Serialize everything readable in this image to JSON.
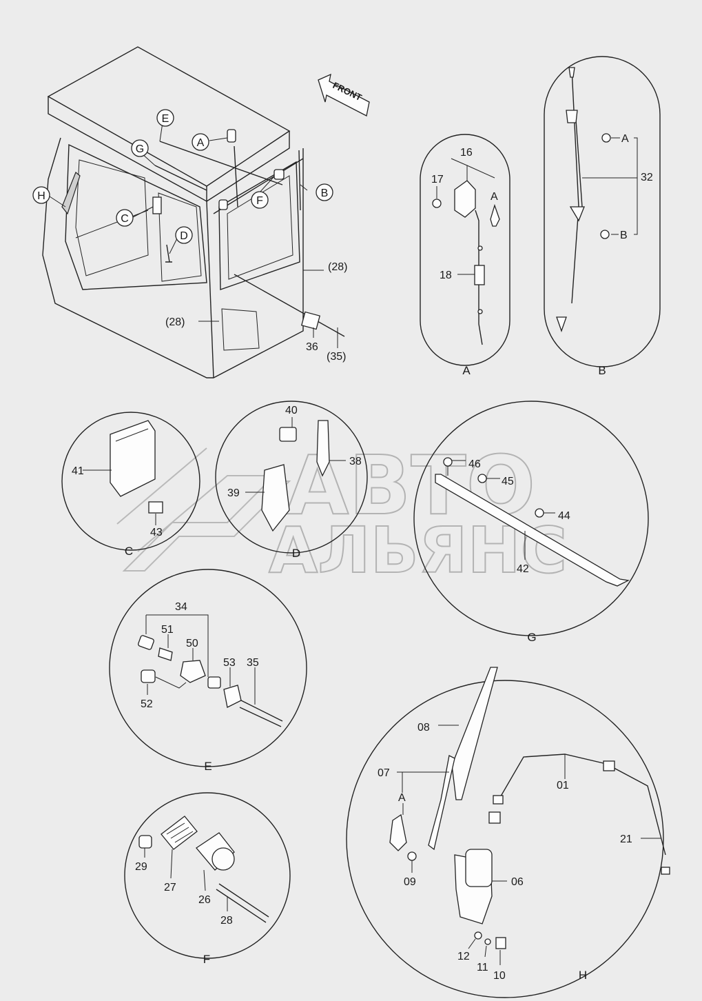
{
  "watermark": {
    "line1": "АВТО",
    "line2": "АЛЬЯНС"
  },
  "front_label": "FRONT",
  "main_view": {
    "callouts": [
      "E",
      "A",
      "G",
      "H",
      "C",
      "D",
      "F",
      "B"
    ],
    "labels": [
      "(28)",
      "(28)",
      "36",
      "(35)"
    ]
  },
  "detail_A": {
    "caption": "A",
    "labels": [
      "16",
      "17",
      "A",
      "18"
    ]
  },
  "detail_B": {
    "caption": "B",
    "labels": [
      "A",
      "32",
      "B"
    ]
  },
  "detail_C": {
    "caption": "C",
    "labels": [
      "41",
      "43"
    ]
  },
  "detail_D": {
    "caption": "D",
    "labels": [
      "40",
      "38",
      "39"
    ]
  },
  "detail_G": {
    "caption": "G",
    "labels": [
      "46",
      "45",
      "44",
      "42"
    ]
  },
  "detail_E": {
    "caption": "E",
    "labels": [
      "34",
      "51",
      "50",
      "53",
      "35",
      "52"
    ]
  },
  "detail_F": {
    "caption": "F",
    "labels": [
      "29",
      "27",
      "26",
      "28"
    ]
  },
  "detail_H": {
    "caption": "H",
    "labels": [
      "08",
      "07",
      "A",
      "01",
      "21",
      "09",
      "06",
      "12",
      "11",
      "10"
    ]
  }
}
